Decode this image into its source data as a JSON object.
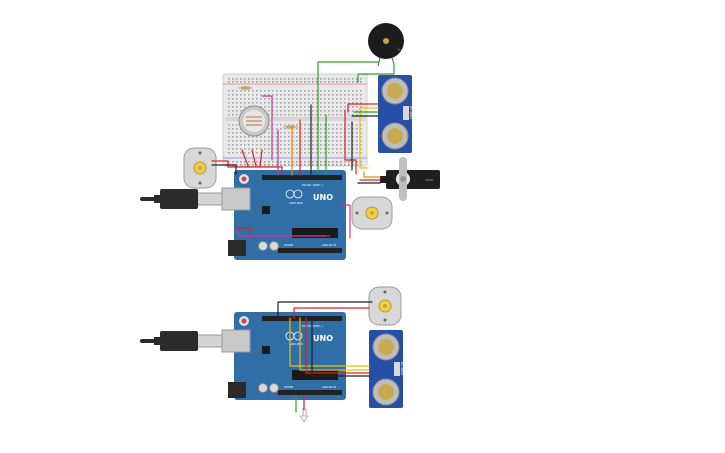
{
  "labels": {
    "board1_logo": "UNO",
    "board1_brand": "ARDUINO",
    "board2_logo": "UNO",
    "board2_brand": "ARDUINO",
    "board1_digital": "DIGITAL (PWM~)",
    "board2_digital": "DIGITAL (PWM~)",
    "board1_analog": "ANALOG IN",
    "board2_analog": "ANALOG IN",
    "board1_power": "POWER",
    "board2_power": "POWER",
    "sensor1_label": "HC-SR04",
    "sensor2_label": "HC-SR04",
    "servo_label": "SG90"
  },
  "colors": {
    "board": "#2f6ea6",
    "board_dark": "#1d4f7d",
    "breadboard": "#e9e9e9",
    "wire_red": "#e02020",
    "wire_black": "#222222",
    "wire_green": "#2aa02a",
    "wire_yellow": "#e6c300",
    "wire_magenta": "#c23aa0",
    "wire_orange": "#e58a00",
    "motor_body": "#d8d8d8",
    "motor_shaft": "#f2d046"
  },
  "icons": {
    "buzzer": "piezo-buzzer-icon",
    "motor": "dc-motor-icon",
    "servo": "servo-motor-icon",
    "sensor": "ultrasonic-sensor-icon",
    "usb": "usb-cable-icon",
    "led": "led-icon",
    "resistor": "resistor-icon",
    "photoresistor": "photoresistor-icon"
  }
}
